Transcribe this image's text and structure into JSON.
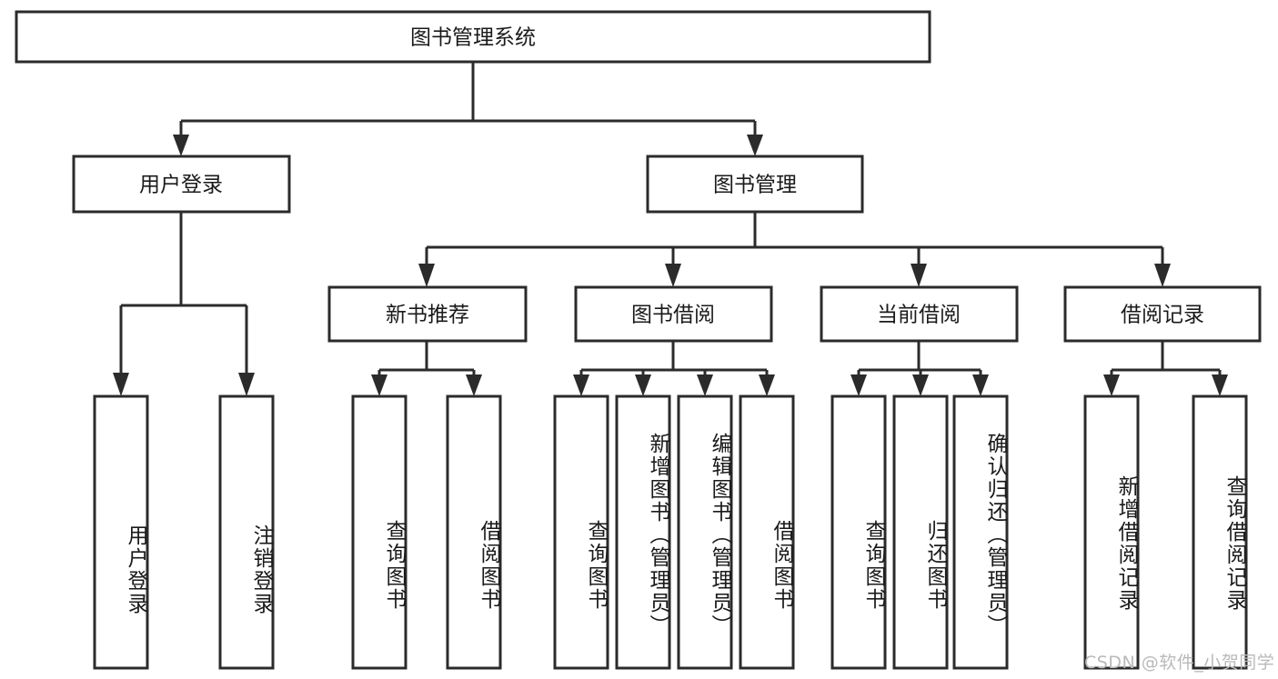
{
  "diagram": {
    "title": "图书管理系统",
    "type": "tree-hierarchy-diagram",
    "colors": {
      "stroke": "#2b2b2b",
      "box_fill": "#ffffff",
      "text": "#1a1a1a",
      "background": "#ffffff",
      "watermark": "#b9b9b9"
    },
    "root": {
      "label": "图书管理系统"
    },
    "level2": [
      {
        "id": "user-login",
        "label": "用户登录"
      },
      {
        "id": "book-management",
        "label": "图书管理"
      }
    ],
    "level3": [
      {
        "id": "new-book-recommend",
        "label": "新书推荐",
        "parent": "book-management"
      },
      {
        "id": "book-borrow",
        "label": "图书借阅",
        "parent": "book-management"
      },
      {
        "id": "current-borrow",
        "label": "当前借阅",
        "parent": "book-management"
      },
      {
        "id": "borrow-record",
        "label": "借阅记录",
        "parent": "book-management"
      }
    ],
    "leaves": {
      "user-login": [
        {
          "id": "leaf-user-login",
          "label": "用户登录"
        },
        {
          "id": "leaf-logout-login",
          "label": "注销登录"
        }
      ],
      "new-book-recommend": [
        {
          "id": "leaf-query-book-1",
          "label": "查询图书"
        },
        {
          "id": "leaf-borrow-book-1",
          "label": "借阅图书"
        }
      ],
      "book-borrow": [
        {
          "id": "leaf-query-book-2",
          "label": "查询图书"
        },
        {
          "id": "leaf-add-book",
          "label": "新增图书（管理员）"
        },
        {
          "id": "leaf-edit-book",
          "label": "编辑图书（管理员）"
        },
        {
          "id": "leaf-borrow-book-2",
          "label": "借阅图书"
        }
      ],
      "current-borrow": [
        {
          "id": "leaf-query-book-3",
          "label": "查询图书"
        },
        {
          "id": "leaf-return-book",
          "label": "归还图书"
        },
        {
          "id": "leaf-confirm-return",
          "label": "确认归还（管理员）"
        }
      ],
      "borrow-record": [
        {
          "id": "leaf-add-record",
          "label": "新增借阅记录"
        },
        {
          "id": "leaf-query-record",
          "label": "查询借阅记录"
        }
      ]
    }
  },
  "watermark": {
    "text": "CSDN @软件_小贺同学"
  }
}
